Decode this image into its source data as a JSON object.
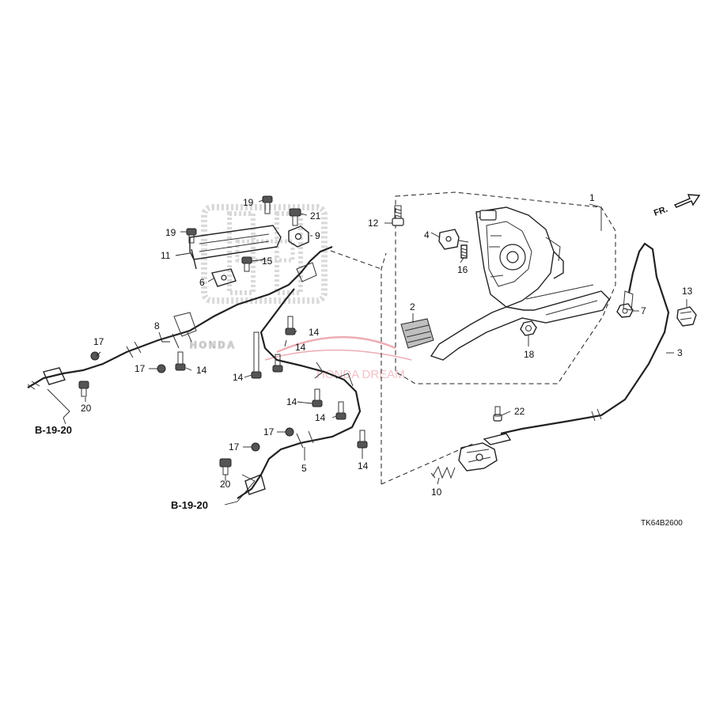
{
  "diagram": {
    "direction_label": "FR.",
    "diagram_code": "TK64B2600",
    "references": [
      "B-19-20",
      "B-19-20"
    ],
    "watermark": {
      "logo_text": "HONDA",
      "dealer_text": "HONDA DREAM"
    },
    "callouts": {
      "c1": "1",
      "c2": "2",
      "c3": "3",
      "c4": "4",
      "c5": "5",
      "c6": "6",
      "c7": "7",
      "c8": "8",
      "c9": "9",
      "c10": "10",
      "c11": "11",
      "c12": "12",
      "c13": "13",
      "c14a": "14",
      "c14b": "14",
      "c14c": "14",
      "c14d": "14",
      "c14e": "14",
      "c14f": "14",
      "c14g": "14",
      "c15": "15",
      "c16": "16",
      "c17a": "17",
      "c17b": "17",
      "c17c": "17",
      "c18": "18",
      "c19a": "19",
      "c19b": "19",
      "c20a": "20",
      "c20b": "20",
      "c21": "21",
      "c22": "22"
    }
  }
}
